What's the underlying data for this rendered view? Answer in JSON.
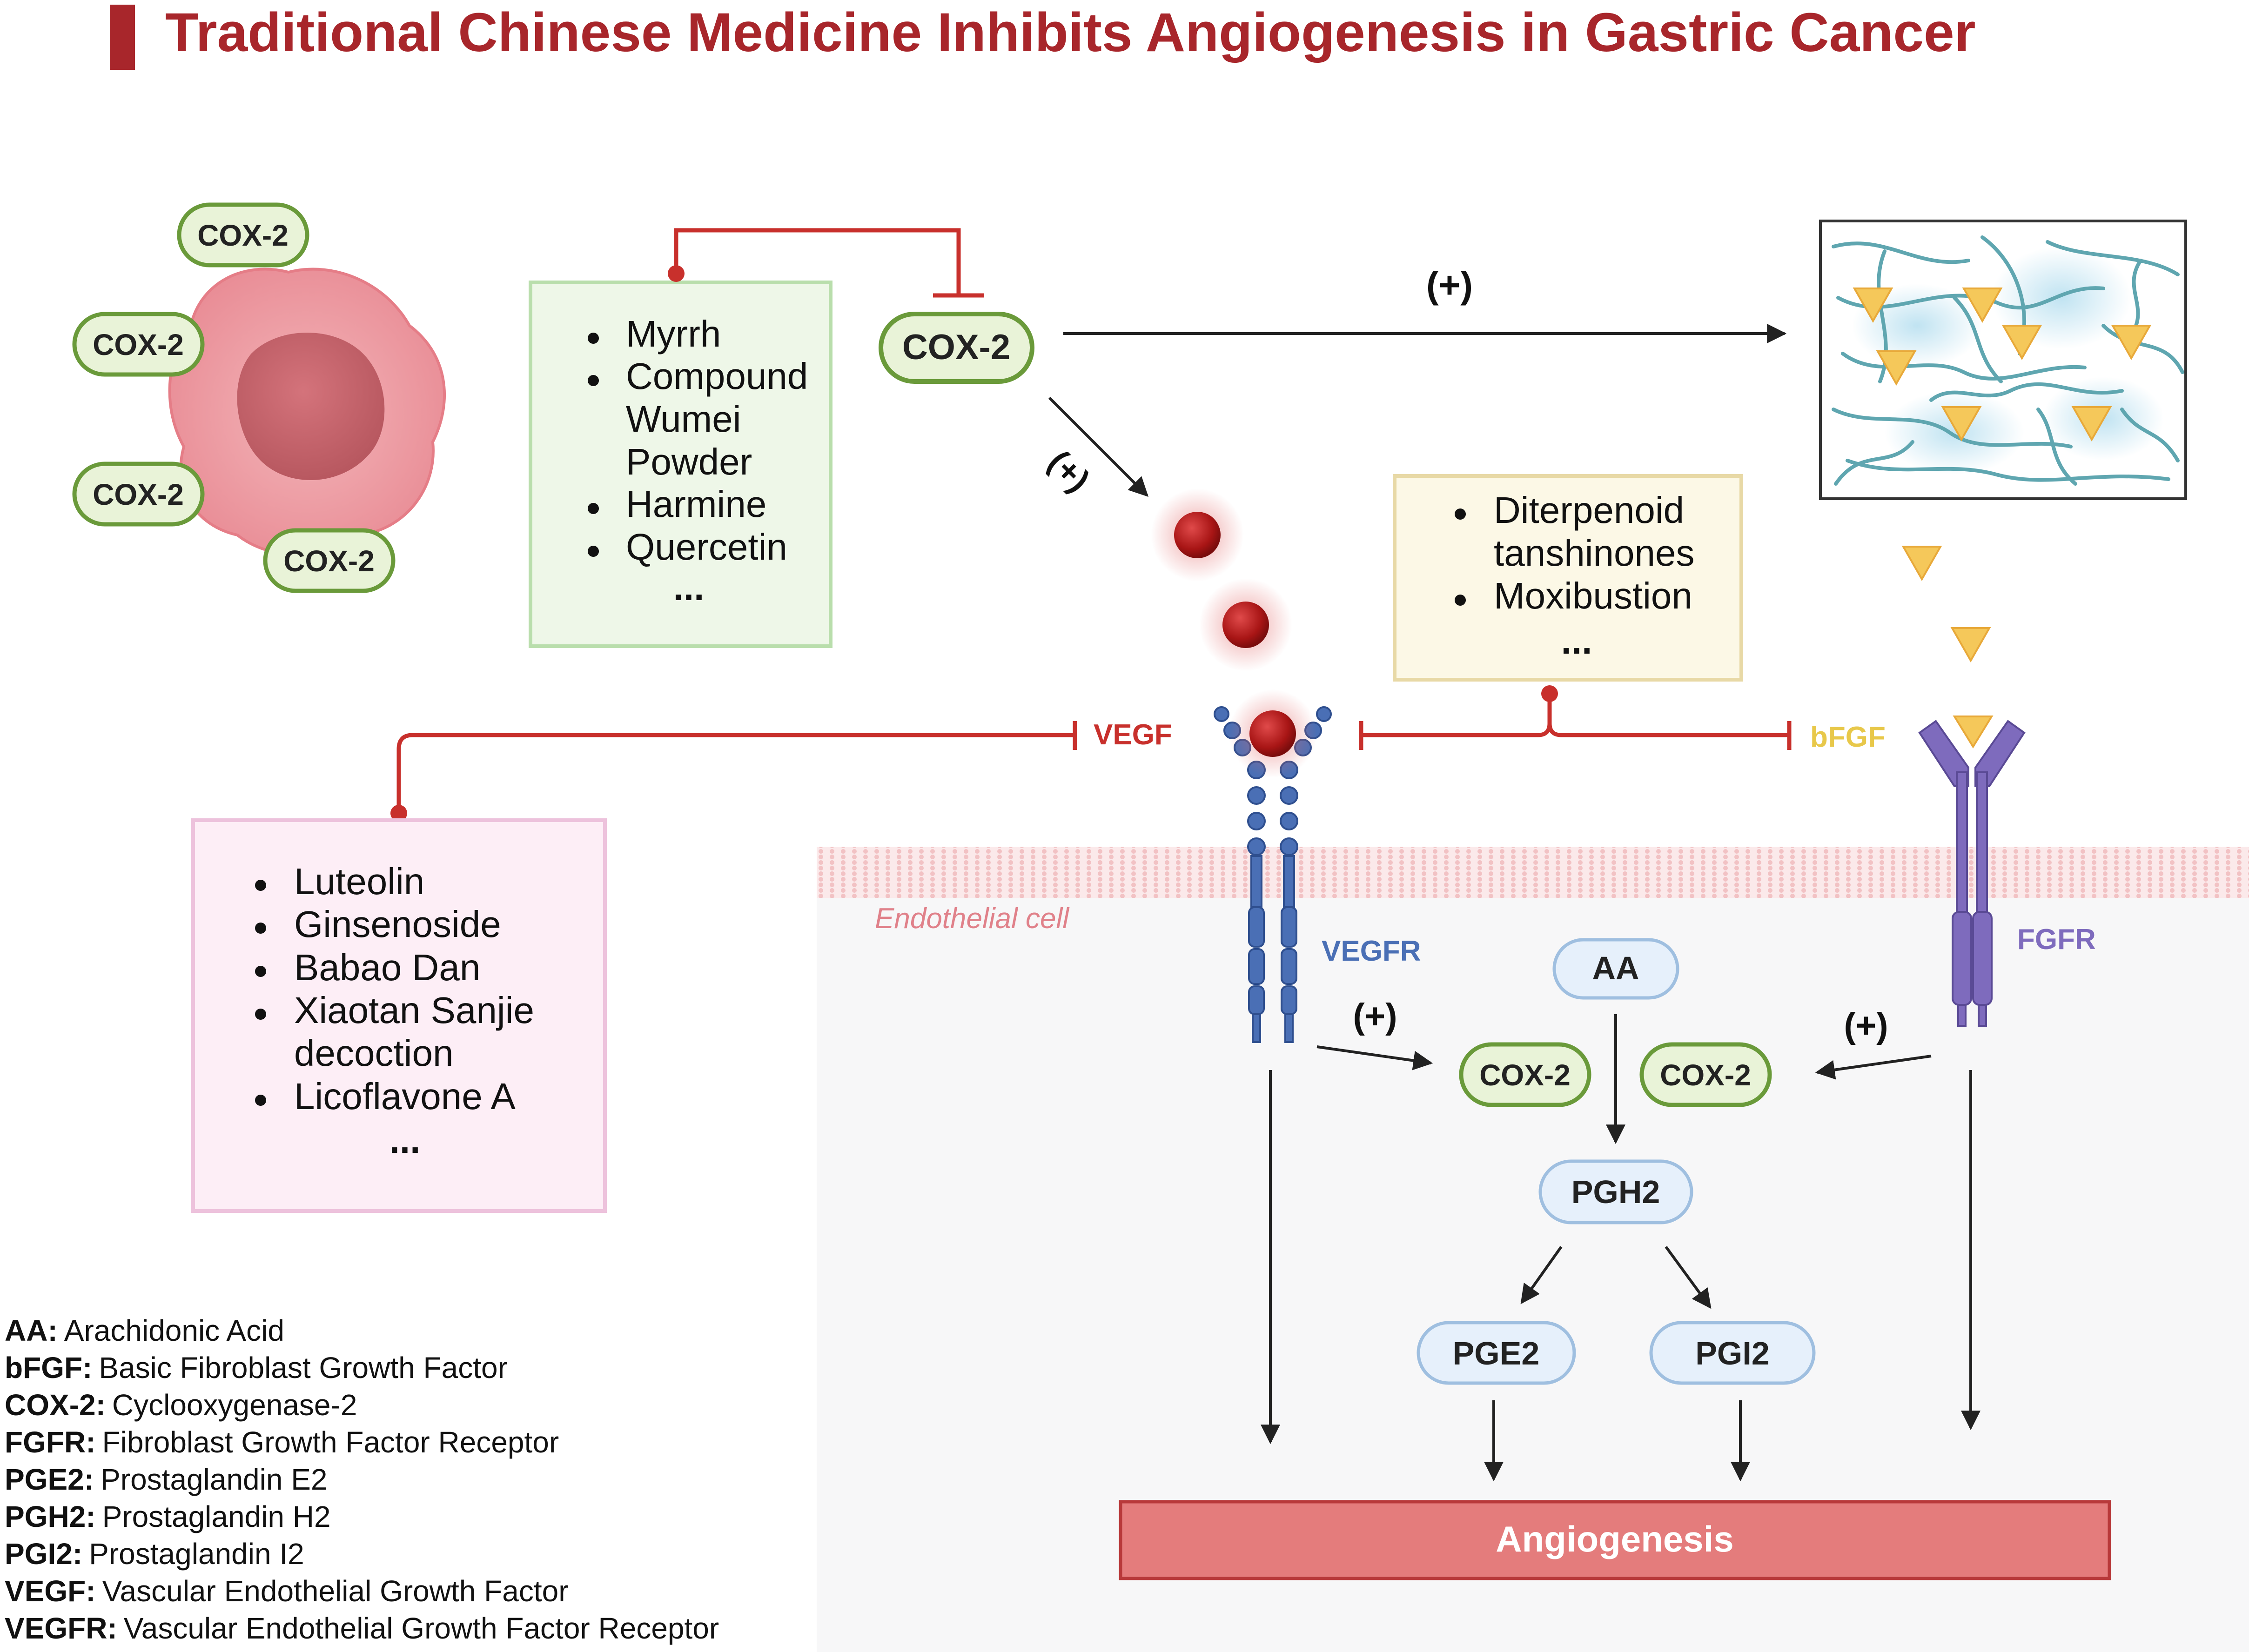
{
  "title": "Traditional Chinese Medicine Inhibits Angiogenesis in Gastric Cancer",
  "cancer_cell": {
    "labels": [
      "COX-2",
      "COX-2",
      "COX-2",
      "COX-2"
    ]
  },
  "green_box": {
    "items": [
      "Myrrh",
      "Compound",
      "Wumei",
      "Powder",
      "Harmine",
      "Quercetin"
    ],
    "ellipsis": "..."
  },
  "cox2_main": "COX-2",
  "plus_label": "(+)",
  "yellow_box": {
    "items": [
      "Diterpenoid",
      "tanshinones",
      "Moxibustion"
    ],
    "ellipsis": "..."
  },
  "pink_box": {
    "items": [
      "Luteolin",
      "Ginsenoside",
      "Babao Dan",
      "Xiaotan Sanjie",
      "decoction",
      "Licoflavone A"
    ],
    "ellipsis": "..."
  },
  "labels": {
    "vegf": "VEGF",
    "bfgf": "bFGF",
    "vegfr": "VEGFR",
    "fgfr": "FGFR",
    "endothelial": "Endothelial cell",
    "aa": "AA",
    "cox2_left": "COX-2",
    "cox2_right": "COX-2",
    "pgh2": "PGH2",
    "pge2": "PGE2",
    "pgi2": "PGI2",
    "angiogenesis": "Angiogenesis"
  },
  "legend": [
    {
      "abbr": "AA:",
      "text": "Arachidonic Acid"
    },
    {
      "abbr": "bFGF:",
      "text": "Basic Fibroblast Growth Factor"
    },
    {
      "abbr": "COX-2:",
      "text": "Cyclooxygenase-2"
    },
    {
      "abbr": "FGFR:",
      "text": "Fibroblast Growth Factor Receptor"
    },
    {
      "abbr": "PGE2:",
      "text": "Prostaglandin E2"
    },
    {
      "abbr": "PGH2:",
      "text": "Prostaglandin H2"
    },
    {
      "abbr": "PGI2:",
      "text": "Prostaglandin I2"
    },
    {
      "abbr": "VEGF:",
      "text": "Vascular Endothelial Growth Factor"
    },
    {
      "abbr": "VEGFR:",
      "text": "Vascular Endothelial Growth Factor Receptor"
    }
  ],
  "colors": {
    "title_red": "#a8262b",
    "inhibit_red": "#c8302c",
    "cox_green_fill": "#e9f3d8",
    "cox_green_stroke": "#6a9a3a",
    "vegfr_blue": "#4a6fb5",
    "fgfr_purple": "#7e6bbd",
    "bfgf_yellow": "#e8c84a",
    "angio_fill": "#e47c7c",
    "angio_stroke": "#b8393a"
  }
}
